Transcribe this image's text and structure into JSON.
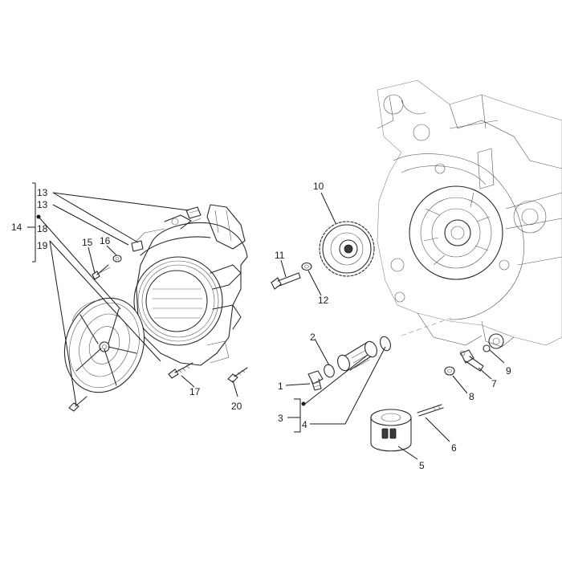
{
  "callouts": {
    "c1": "1",
    "c2": "2",
    "c3": "3",
    "c4": "4",
    "c5": "5",
    "c6": "6",
    "c7": "7",
    "c8": "8",
    "c9": "9",
    "c10": "10",
    "c11": "11",
    "c12": "12",
    "c13a": "13",
    "c13b": "13",
    "c14": "14",
    "c15": "15",
    "c16": "16",
    "c17": "17",
    "c18": "18",
    "c19": "19",
    "c20": "20"
  },
  "colors": {
    "line": "#1a1a1a",
    "background": "#ffffff"
  }
}
